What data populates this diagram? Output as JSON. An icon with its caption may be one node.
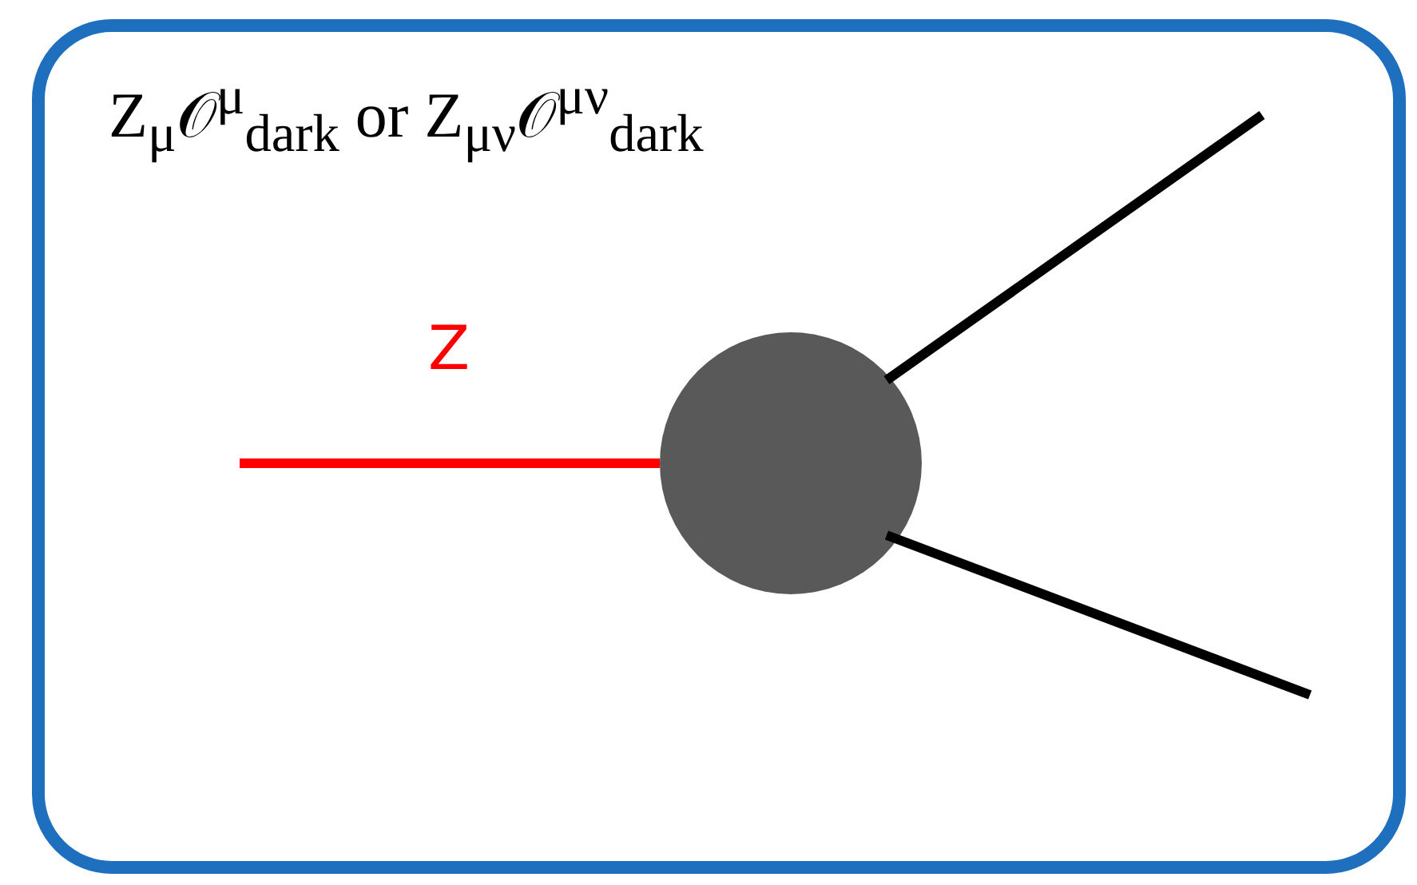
{
  "diagram": {
    "nodes": [
      {
        "text": [
          "Z$_{μ}$𝒪$^{μ}$$_{dark}$ or Z$_{μν}$𝒪$^{μν}$$_{dark}$"
        ]
      },
      {
        "text": [],
        "shape": "circle",
        "in": 0
      }
    ],
    "edges": [
      {
        "from": null,
        "to": 1,
        "arrow": "none",
        "label": "Z",
        "color": "#ff0000"
      },
      {
        "from": 1,
        "to": null,
        "arrow": "none"
      },
      {
        "from": 1,
        "to": null,
        "arrow": "none"
      }
    ]
  }
}
